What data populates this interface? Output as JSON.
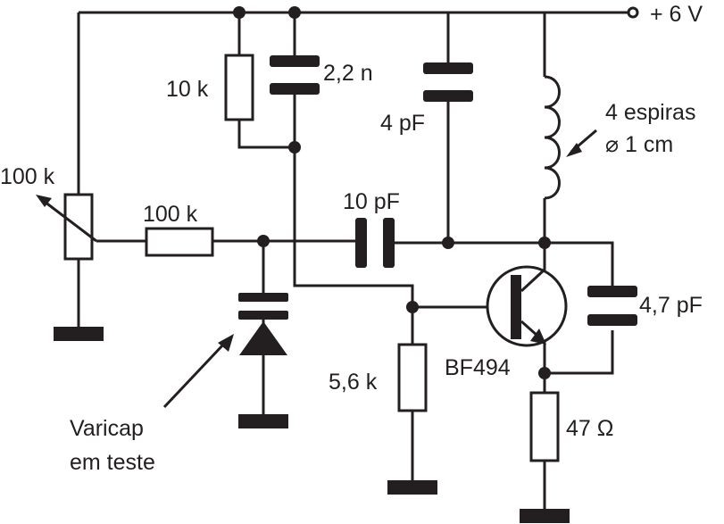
{
  "labels": {
    "supply": "+ 6 V",
    "r_10k": "10 k",
    "c_2n2": "2,2 n",
    "c_4pf": "4 pF",
    "coil_line1": "4 espiras",
    "coil_line2": "⌀ 1 cm",
    "pot_100k": "100 k",
    "r_100k": "100 k",
    "c_10pf": "10 pF",
    "c_4p7": "4,7 pF",
    "transistor": "BF494",
    "r_5k6": "5,6 k",
    "r_47": "47 Ω",
    "varicap_line1": "Varicap",
    "varicap_line2": "em teste"
  },
  "colors": {
    "ink": "#231f20",
    "background": "#ffffff"
  }
}
